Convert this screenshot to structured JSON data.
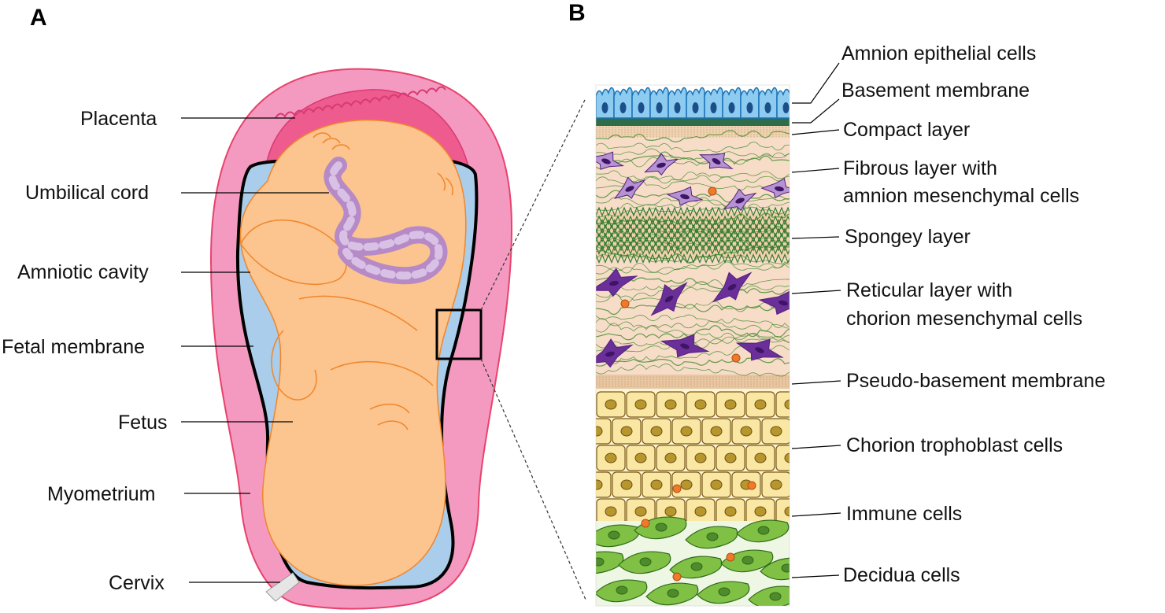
{
  "panels": {
    "a": "A",
    "b": "B"
  },
  "panel_a_labels": {
    "placenta": "Placenta",
    "umbilical_cord": "Umbilical cord",
    "amniotic_cavity": "Amniotic cavity",
    "fetal_membrane": "Fetal membrane",
    "fetus": "Fetus",
    "myometrium": "Myometrium",
    "cervix": "Cervix"
  },
  "panel_b_labels": {
    "amnion_epithelial": "Amnion epithelial cells",
    "basement_membrane": "Basement membrane",
    "compact_layer": "Compact layer",
    "fibrous_line1": "Fibrous layer with",
    "fibrous_line2": "amnion mesenchymal cells",
    "spongey_layer": "Spongey layer",
    "reticular_line1": "Reticular layer with",
    "reticular_line2": "chorion mesenchymal cells",
    "pseudo_basement": "Pseudo-basement membrane",
    "chorion_trophoblast": "Chorion trophoblast cells",
    "immune_cells": "Immune cells",
    "decidua_cells": "Decidua cells"
  },
  "colors": {
    "myometrium": "#f49ac1",
    "myometrium_edge": "#e8426b",
    "placenta": "#ee5b8f",
    "amniotic_fluid": "#a9cdea",
    "fetus": "#fcc48e",
    "fetus_line": "#f0862a",
    "cord": "#b58ac6",
    "cord_light": "#d9c1e6",
    "amnion_cell": "#8ecbf0",
    "amnion_edge": "#1a73b5",
    "basement": "#2f6d4a",
    "connective": "#f7dcc8",
    "fiber": "#3d8a2c",
    "mesenchymal": "#7d3fa6",
    "trophoblast": "#f9e7a3",
    "trophoblast_nucleus": "#b8962e",
    "decidua": "#7fc045",
    "immune": "#f07a2a"
  }
}
